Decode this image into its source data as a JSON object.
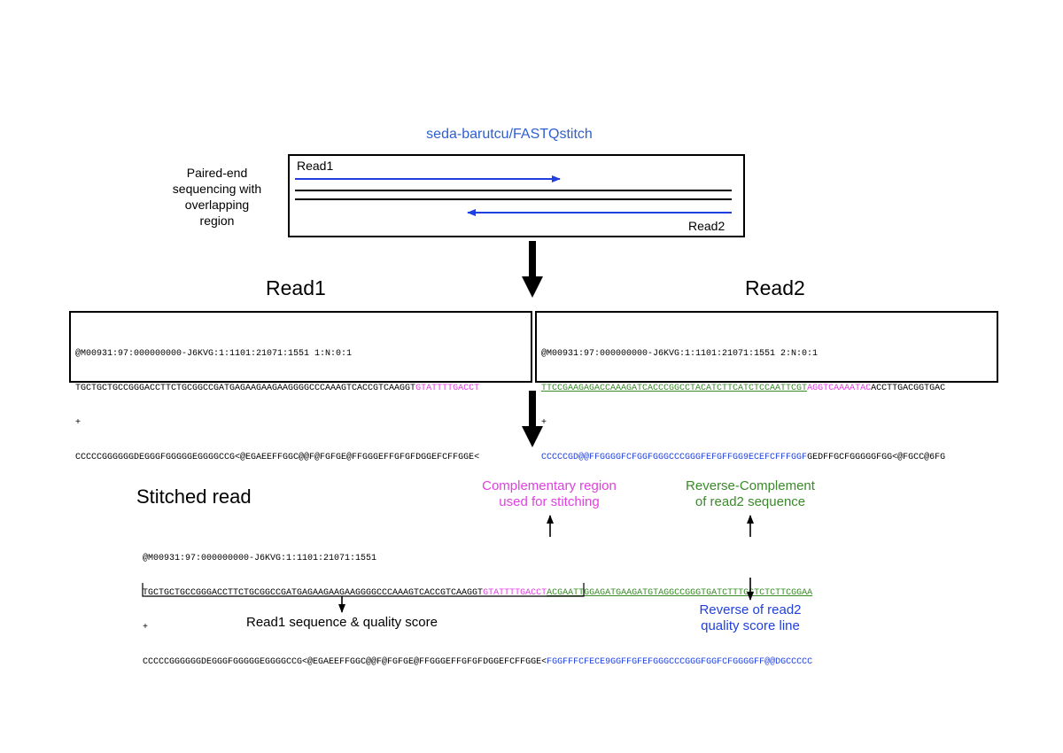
{
  "title": "seda-barutcu/FASTQstitch",
  "colors": {
    "blue": "#1f3fe0",
    "title_blue": "#2d5fd0",
    "magenta": "#e040e0",
    "green": "#3a8a2a",
    "black": "#000000"
  },
  "overview": {
    "side_label": "Paired-end\nsequencing with\noverlapping\nregion",
    "read1_label": "Read1",
    "read2_label": "Read2"
  },
  "read1": {
    "heading": "Read1",
    "header": "@M00931:97:000000000-J6KVG:1:1101:21071:1551 1:N:0:1",
    "seq_plain": "TGCTGCTGCCGGGACCTTCTGCGGCCGATGAGAAGAAGAAGGGGCCCAAAGTCACCGTCAAGGT",
    "seq_overlap": "GTATTTTGACCT",
    "plus": "+",
    "qual": "CCCCCGGGGGGDEGGGFGGGGGEGGGGCCG<@EGAEEFFGGC@@F@FGFGE@FFGGGEFFGFGFDGGEFCFFGGE<"
  },
  "read2": {
    "heading": "Read2",
    "header": "@M00931:97:000000000-J6KVG:1:1101:21071:1551 2:N:0:1",
    "seq_rc": "TTCCGAAGAGACCAAAGATCACCCGGCCTACATCTTCATCTCCAATTCGT",
    "seq_overlap": "AGGTCAAAATAC",
    "seq_plain": "ACCTTGACGGTGAC",
    "plus": "+",
    "qual_blue": "CCCCCGD@@FFGGGGFCFGGFGGGCCCGGGFEFGFFGG9ECEFCFFFGGF",
    "qual_plain": "GEDFFGCFGGGGGFGG<@FGCC@6FG"
  },
  "stitched": {
    "heading": "Stitched read",
    "header": "@M00931:97:000000000-J6KVG:1:1101:21071:1551",
    "seq_plain": "TGCTGCTGCCGGGACCTTCTGCGGCCGATGAGAAGAAGAAGGGGCCCAAAGTCACCGTCAAGGT",
    "seq_overlap": "GTATTTTGACCT",
    "seq_rc": "ACGAATTGGAGATGAAGATGTAGGCCGGGTGATCTTTGGTCTCTTCGGAA",
    "plus": "+",
    "qual_plain": "CCCCCGGGGGGDEGGGFGGGGGEGGGGCCG<@EGAEEFFGGC@@F@FGFGE@FFGGGEFFGFGFDGGEFCFFGGE<",
    "qual_blue": "FGGFFFCFECE9GGFFGFEFGGGCCCGGGFGGFCFGGGGFF@@DGCCCCC"
  },
  "annotations": {
    "complementary": "Complementary region\nused for stitching",
    "revcomp": "Reverse-Complement\nof read2 sequence",
    "reverse_qual": "Reverse of read2\nquality score line",
    "read1_seq_qual": "Read1 sequence & quality score"
  }
}
